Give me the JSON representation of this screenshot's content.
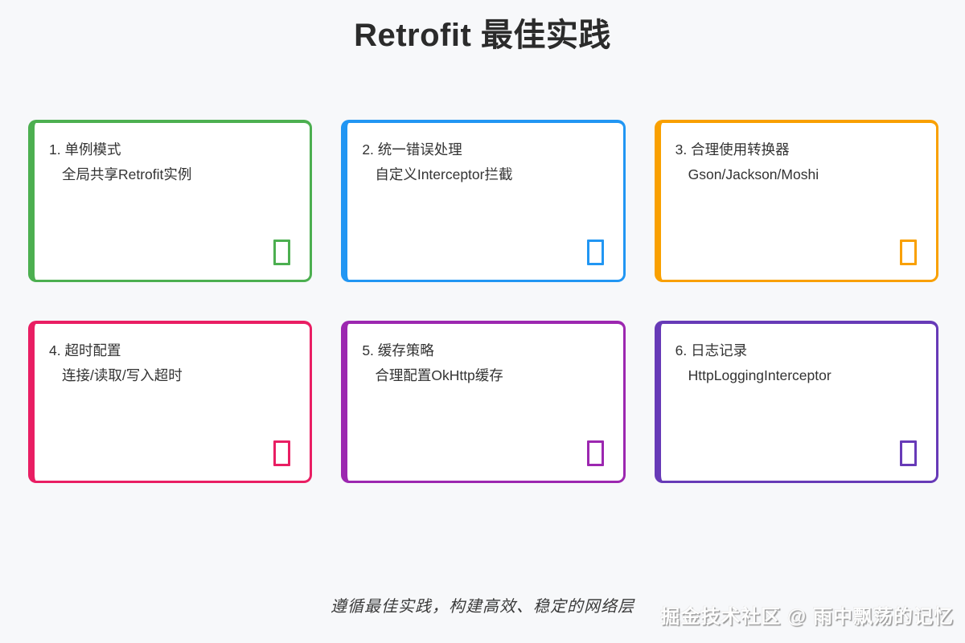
{
  "page": {
    "title": "Retrofit 最佳实践",
    "tagline": "遵循最佳实践，构建高效、稳定的网络层",
    "watermark": "掘金技术社区 @ 雨中飘荡的记忆",
    "background_color": "#f7f8fa",
    "title_color": "#2b2b2b",
    "text_color": "#333333"
  },
  "cards": [
    {
      "title": "1. 单例模式",
      "subtitle": "全局共享Retrofit实例",
      "accent": "#4caf50",
      "icon": "tofu-missing-glyph"
    },
    {
      "title": "2. 统一错误处理",
      "subtitle": "自定义Interceptor拦截",
      "accent": "#2196f3",
      "icon": "tofu-missing-glyph"
    },
    {
      "title": "3. 合理使用转换器",
      "subtitle": "Gson/Jackson/Moshi",
      "accent": "#f9a000",
      "icon": "tofu-missing-glyph"
    },
    {
      "title": "4. 超时配置",
      "subtitle": "连接/读取/写入超时",
      "accent": "#e91e63",
      "icon": "tofu-missing-glyph"
    },
    {
      "title": "5. 缓存策略",
      "subtitle": "合理配置OkHttp缓存",
      "accent": "#9c27b0",
      "icon": "tofu-missing-glyph"
    },
    {
      "title": "6. 日志记录",
      "subtitle": "HttpLoggingInterceptor",
      "accent": "#673ab7",
      "icon": "tofu-missing-glyph"
    }
  ]
}
